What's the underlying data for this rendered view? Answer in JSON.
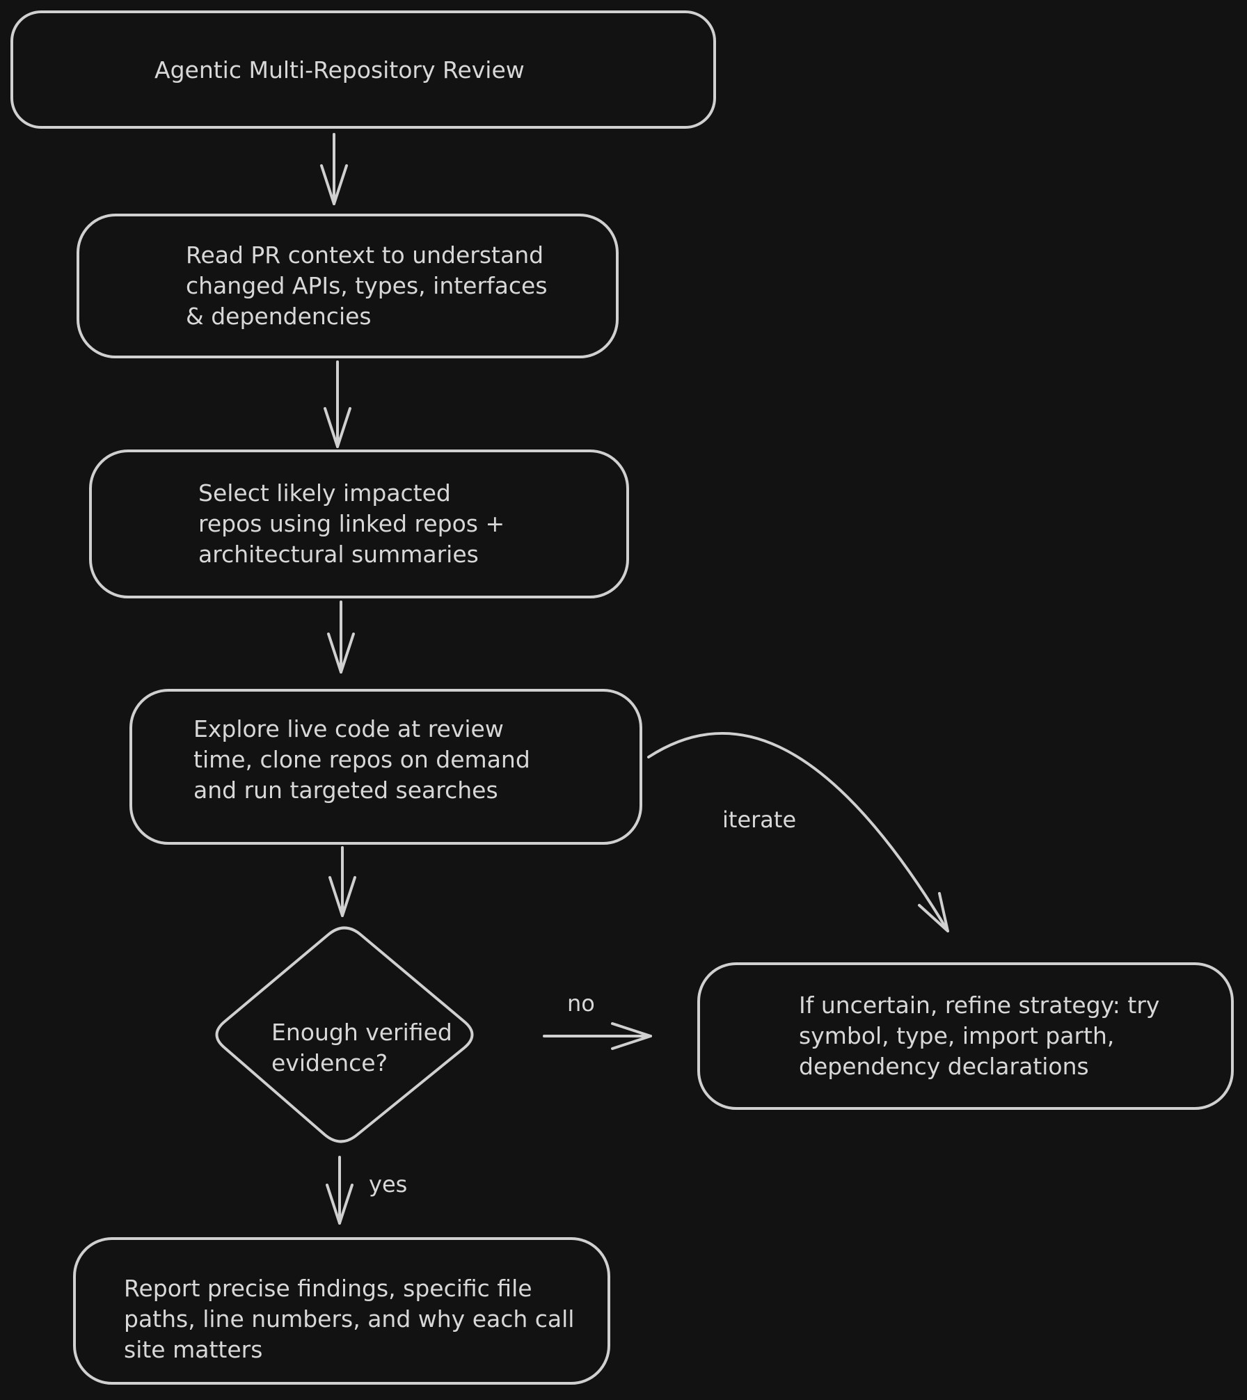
{
  "diagram": {
    "title": "Agentic Multi-Repository Review",
    "nodes": {
      "read_pr": "Read PR context to understand\nchanged APIs, types, interfaces\n& dependencies",
      "select_repos": "Select likely impacted\nrepos using linked repos +\narchitectural summaries",
      "explore": "Explore live code at review\ntime, clone repos on demand\nand run targeted searches",
      "decision": "Enough verified\nevidence?",
      "refine": "If uncertain, refine strategy: try\nsymbol, type, import parth,\ndependency declarations",
      "report": "Report precise findings, specific file\npaths, line numbers, and why each call\nsite matters"
    },
    "edge_labels": {
      "no": "no",
      "yes": "yes",
      "iterate": "iterate"
    },
    "colors": {
      "background": "#121212",
      "stroke": "#d0d0d0",
      "text": "#d8d8d8"
    }
  }
}
